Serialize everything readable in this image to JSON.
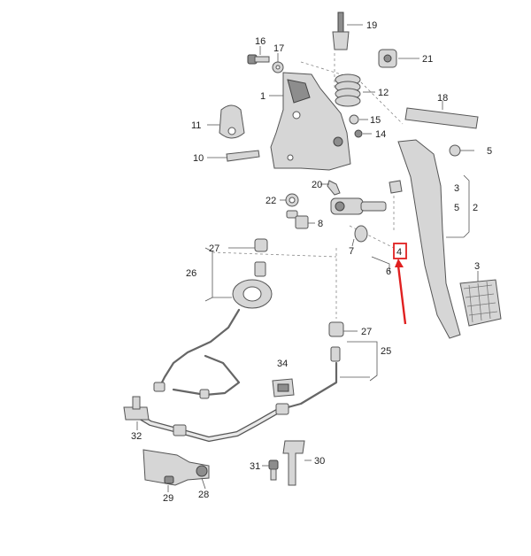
{
  "diagram": {
    "callouts": {
      "c1": "1",
      "c2": "2",
      "c3a": "3",
      "c3b": "3",
      "c4": "4",
      "c5a": "5",
      "c5b": "5",
      "c6": "6",
      "c7": "7",
      "c8": "8",
      "c10": "10",
      "c11": "11",
      "c12": "12",
      "c14": "14",
      "c15": "15",
      "c16": "16",
      "c17": "17",
      "c18": "18",
      "c19": "19",
      "c20": "20",
      "c21": "21",
      "c22": "22",
      "c25": "25",
      "c26": "26",
      "c27a": "27",
      "c27b": "27",
      "c28": "28",
      "c29": "29",
      "c30": "30",
      "c31": "31",
      "c32": "32",
      "c34": "34"
    },
    "highlight_color": "#e02020"
  }
}
